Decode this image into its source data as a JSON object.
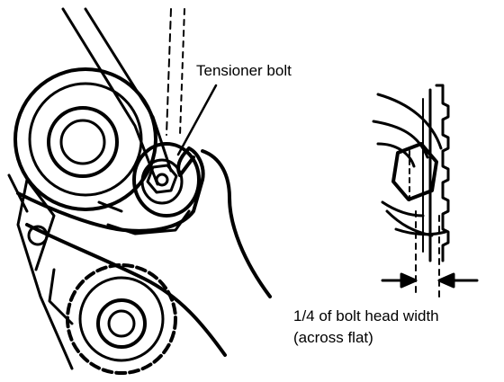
{
  "labels": {
    "tensioner_bolt": "Tensioner bolt",
    "width_line1": "1/4 of bolt head width",
    "width_line2": "(across flat)"
  },
  "colors": {
    "ink": "#000000",
    "paper": "#ffffff"
  }
}
